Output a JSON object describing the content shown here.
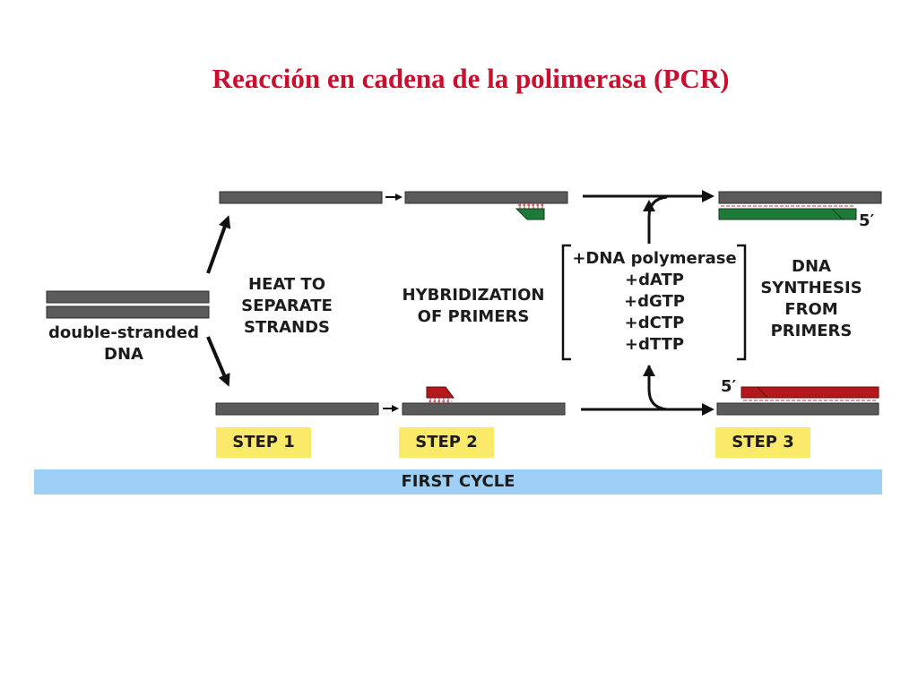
{
  "title": "Reacción en cadena de la polimerasa (PCR)",
  "labels": {
    "dna": [
      "double-stranded",
      "DNA"
    ],
    "heat": [
      "HEAT TO",
      "SEPARATE",
      "STRANDS"
    ],
    "hybrid": [
      "HYBRIDIZATION",
      "OF PRIMERS"
    ],
    "reagents": [
      "+DNA polymerase",
      "+dATP",
      "+dGTP",
      "+dCTP",
      "+dTTP"
    ],
    "synthesis": [
      "DNA",
      "SYNTHESIS",
      "FROM",
      "PRIMERS"
    ]
  },
  "five_prime": "5′",
  "steps": [
    "STEP 1",
    "STEP 2",
    "STEP 3"
  ],
  "cycle": "FIRST CYCLE",
  "colors": {
    "strand": "#5a5a5a",
    "primer_green": "#1f7a3a",
    "primer_red": "#b3181c",
    "step_bg": "#fbe96a",
    "cycle_bg": "#9ecff5",
    "title": "#c8102e"
  }
}
